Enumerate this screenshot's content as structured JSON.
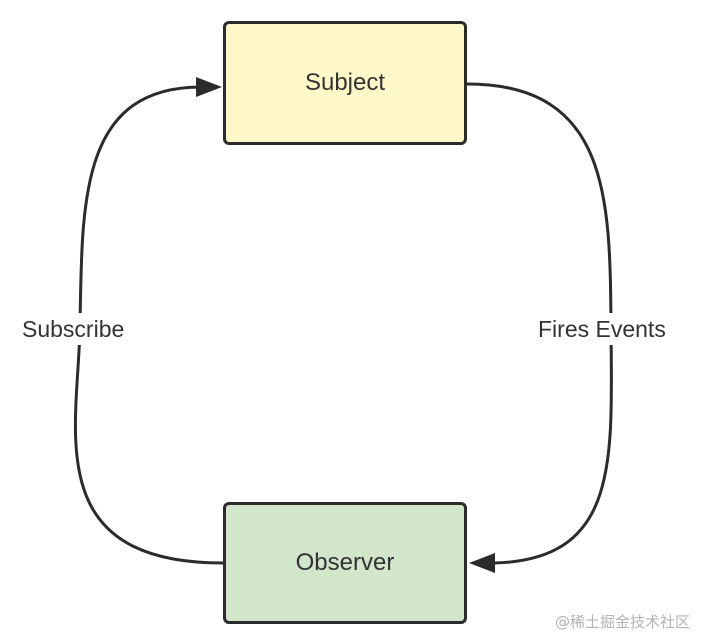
{
  "nodes": {
    "subject": {
      "label": "Subject",
      "fill": "#fff9c9"
    },
    "observer": {
      "label": "Observer",
      "fill": "#d2e6cc"
    }
  },
  "edges": {
    "subscribe": {
      "label": "Subscribe",
      "from": "observer",
      "to": "subject"
    },
    "fires_events": {
      "label": "Fires Events",
      "from": "subject",
      "to": "observer"
    }
  },
  "colors": {
    "stroke": "#2b2b2b",
    "text": "#333333"
  },
  "watermark": "@稀土掘金技术社区"
}
